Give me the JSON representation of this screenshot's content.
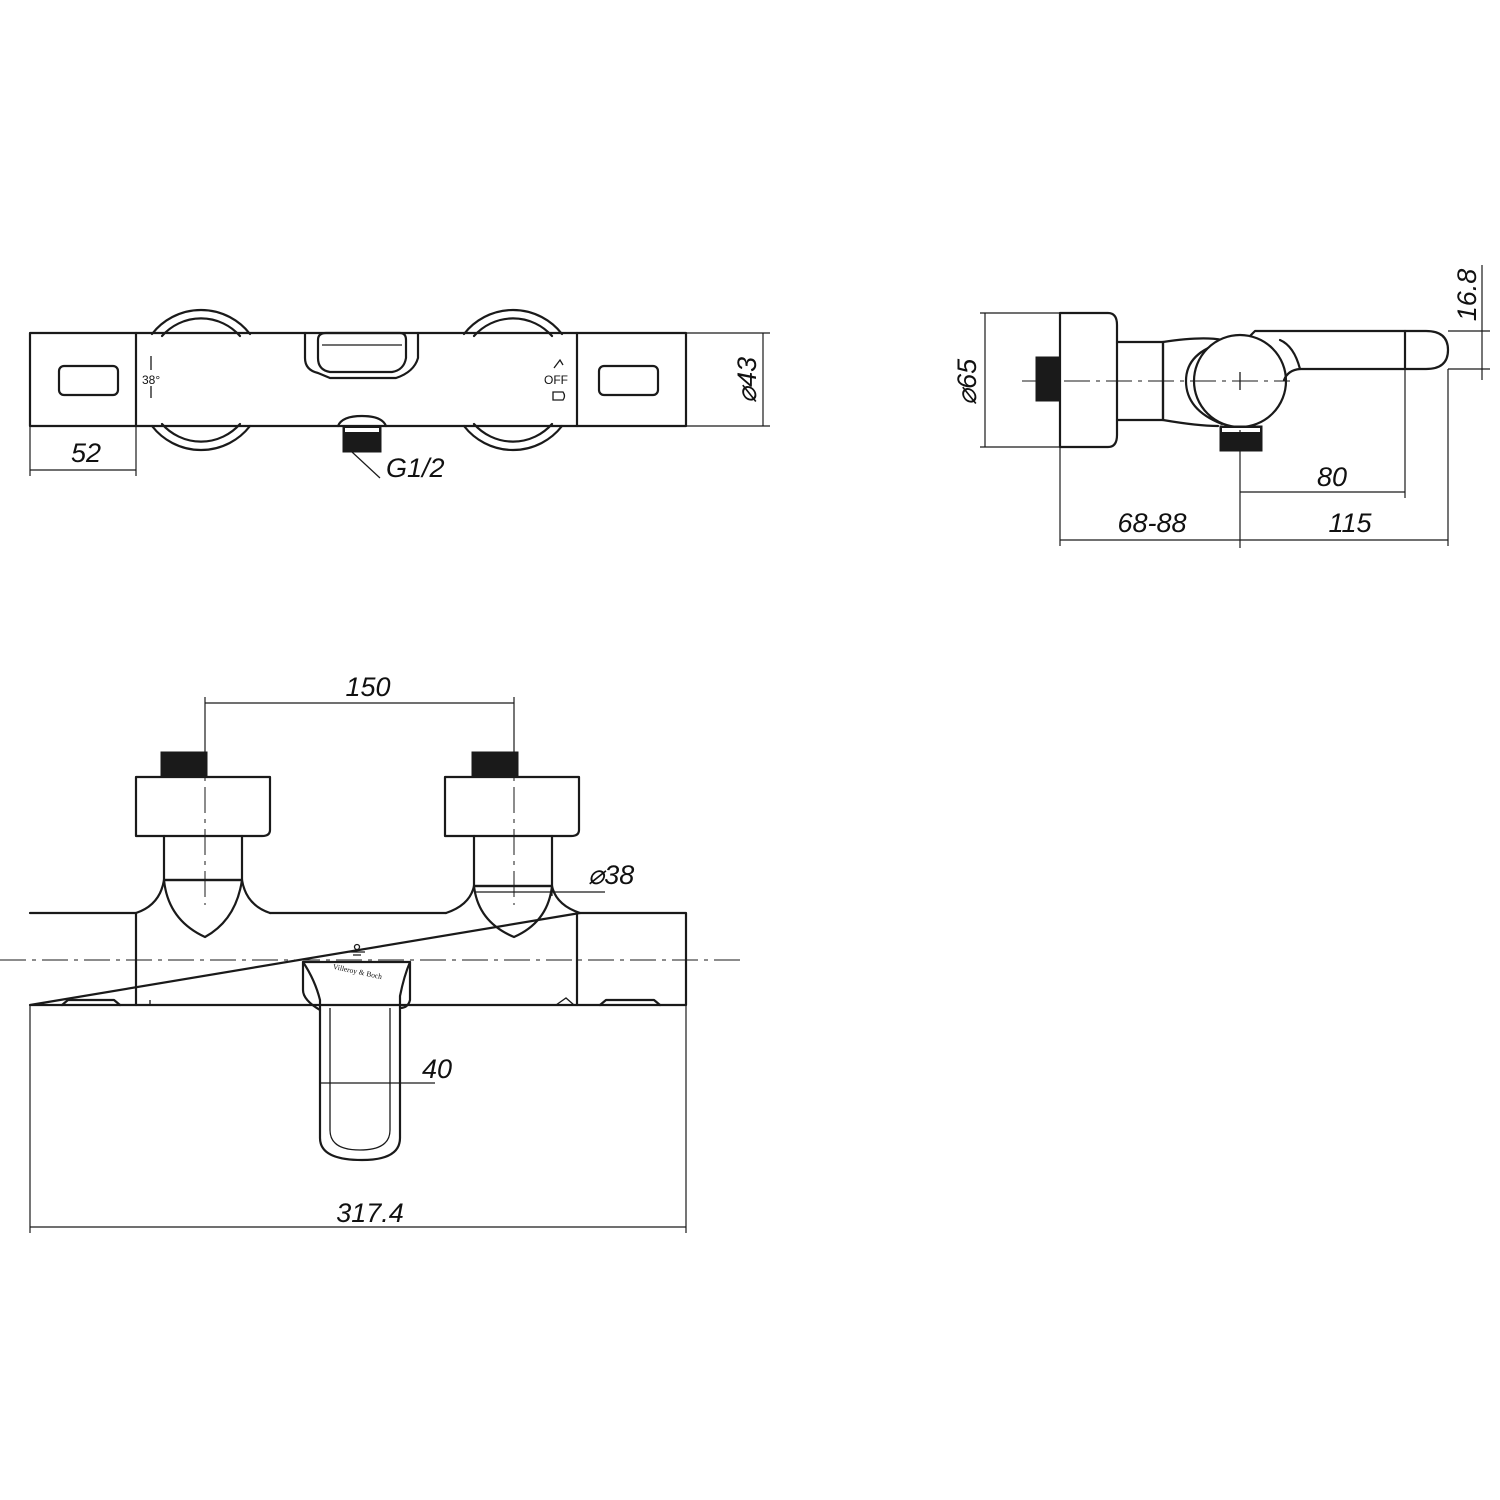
{
  "dimensions": {
    "body_end_width": "52",
    "body_diameter": "⌀43",
    "outlet_thread": "G1/2",
    "wall_plate_diameter": "⌀65",
    "handle_offset": "16.8",
    "handle_length": "80",
    "wall_distance": "68-88",
    "projection": "115",
    "inlet_centres": "150",
    "connection_diameter": "⌀38",
    "spout_width": "40",
    "overall_length": "317.4"
  },
  "markings": {
    "temperature_stop": "38°",
    "off_label": "OFF",
    "brand": "Villeroy & Boch"
  }
}
